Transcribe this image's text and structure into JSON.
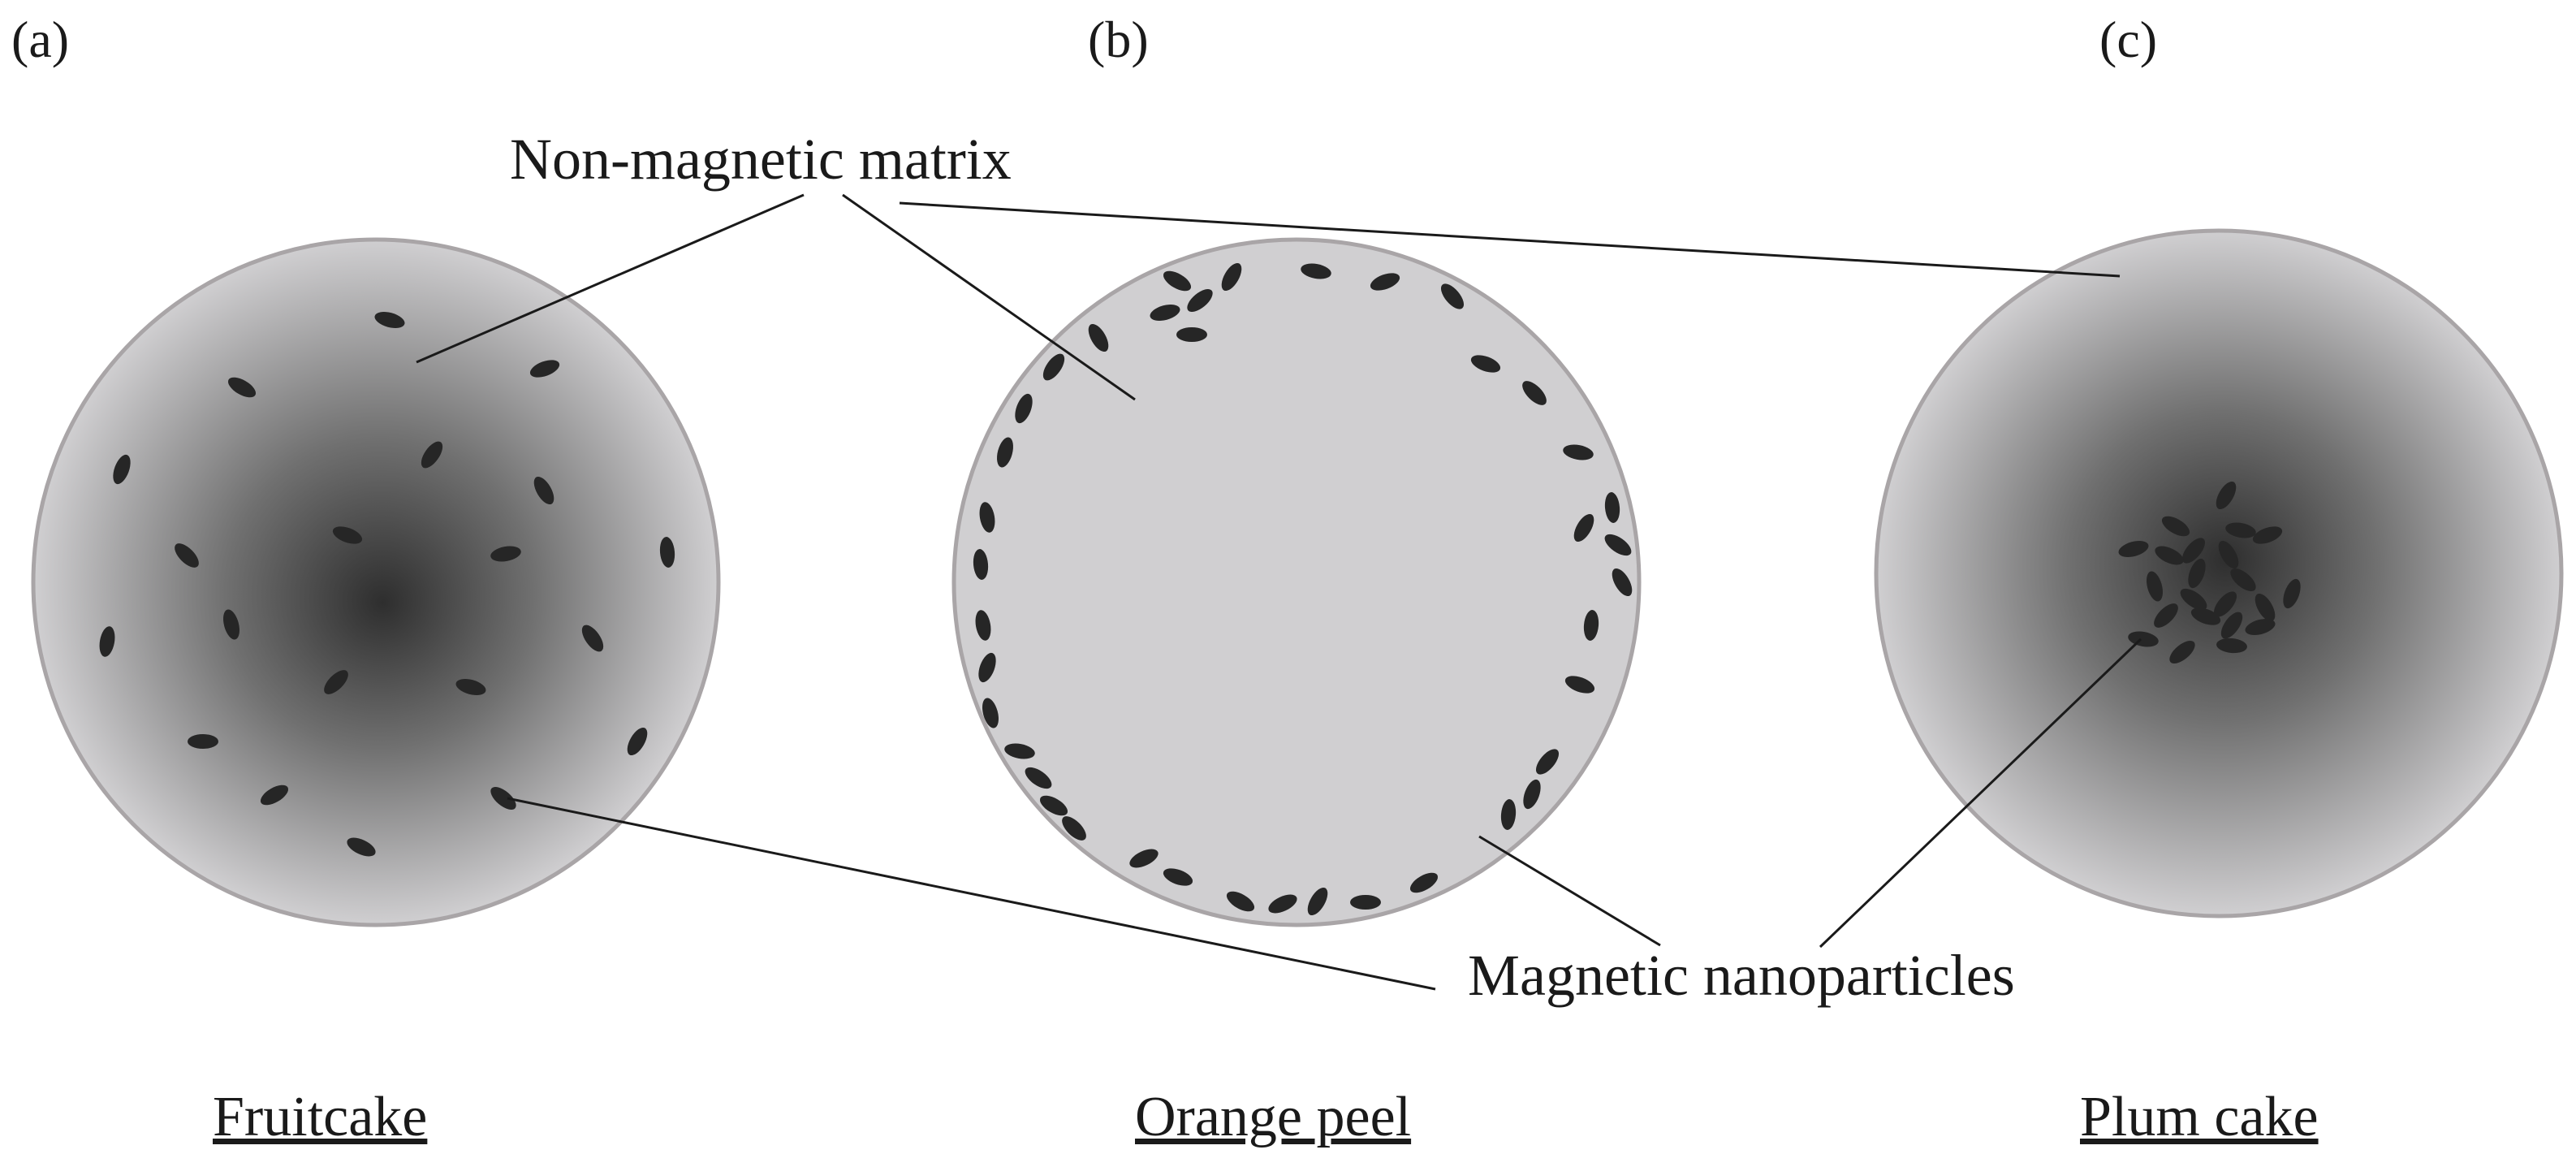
{
  "panels": [
    {
      "id": "a",
      "label": "(a)",
      "caption": "Fruitcake"
    },
    {
      "id": "b",
      "label": "(b)",
      "caption": "Orange peel"
    },
    {
      "id": "c",
      "label": "(c)",
      "caption": "Plum cake"
    }
  ],
  "annotations": {
    "matrix": "Non-magnetic matrix",
    "particles": "Magnetic nanoparticles"
  },
  "colors": {
    "particle": "#262626",
    "matrix_light": "#d0cfd1",
    "matrix_dark": "#2e2e2e",
    "outline": "#a9a5a7",
    "line": "#1a1a1a"
  }
}
